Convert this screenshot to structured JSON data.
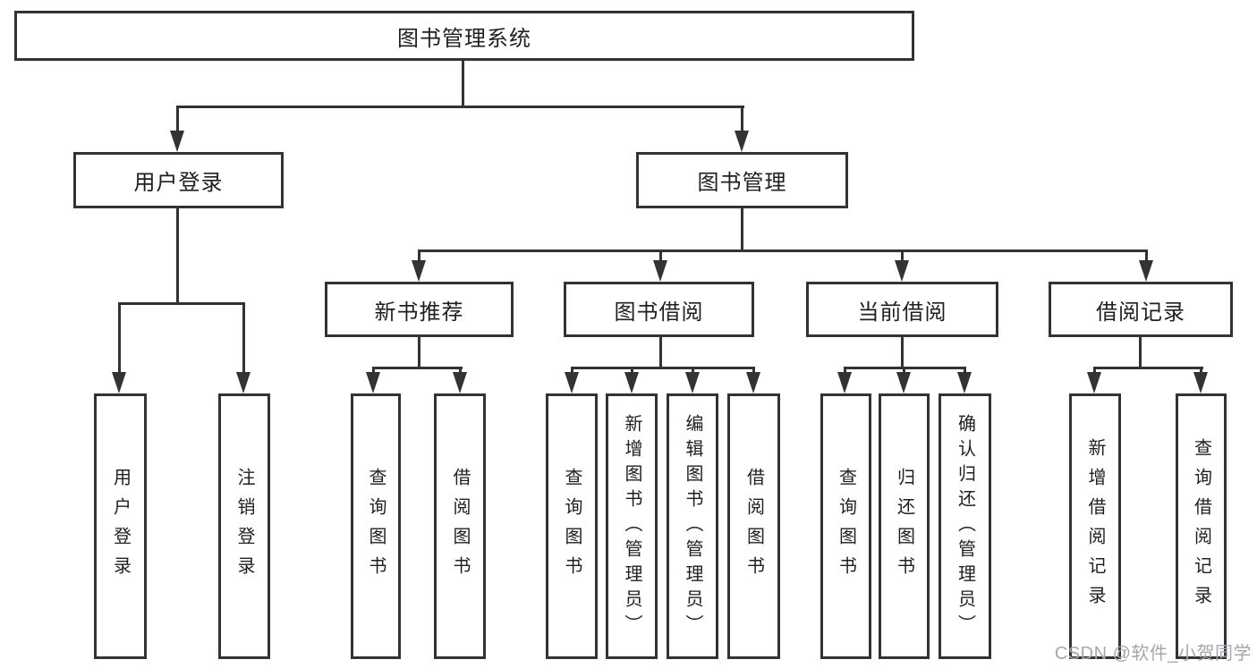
{
  "tree": {
    "root": {
      "label": "图书管理系统"
    },
    "level2": [
      {
        "id": "user-login",
        "label": "用户登录"
      },
      {
        "id": "book-management",
        "label": "图书管理"
      }
    ],
    "level3": [
      {
        "id": "new-book-recommend",
        "label": "新书推荐",
        "parent": "图书管理"
      },
      {
        "id": "book-borrow",
        "label": "图书借阅",
        "parent": "图书管理"
      },
      {
        "id": "current-borrow",
        "label": "当前借阅",
        "parent": "图书管理"
      },
      {
        "id": "borrow-records",
        "label": "借阅记录",
        "parent": "图书管理"
      }
    ],
    "leaves": [
      {
        "label": "用户登录",
        "parent": "用户登录"
      },
      {
        "label": "注销登录",
        "parent": "用户登录"
      },
      {
        "label": "查询图书",
        "parent": "新书推荐"
      },
      {
        "label": "借阅图书",
        "parent": "新书推荐"
      },
      {
        "label": "查询图书",
        "parent": "图书借阅"
      },
      {
        "label": "新增图书（管理员）",
        "parent": "图书借阅"
      },
      {
        "label": "编辑图书（管理员）",
        "parent": "图书借阅"
      },
      {
        "label": "借阅图书",
        "parent": "图书借阅"
      },
      {
        "label": "查询图书",
        "parent": "当前借阅"
      },
      {
        "label": "归还图书",
        "parent": "当前借阅"
      },
      {
        "label": "确认归还（管理员）",
        "parent": "当前借阅"
      },
      {
        "label": "新增借阅记录",
        "parent": "借阅记录"
      },
      {
        "label": "查询借阅记录",
        "parent": "借阅记录"
      }
    ]
  },
  "watermark": {
    "text": "CSDN @软件_小贺同学"
  },
  "colors": {
    "line": "#333333",
    "text": "#1f1f1f",
    "background": "#ffffff",
    "watermark": "#a6a6ae"
  }
}
